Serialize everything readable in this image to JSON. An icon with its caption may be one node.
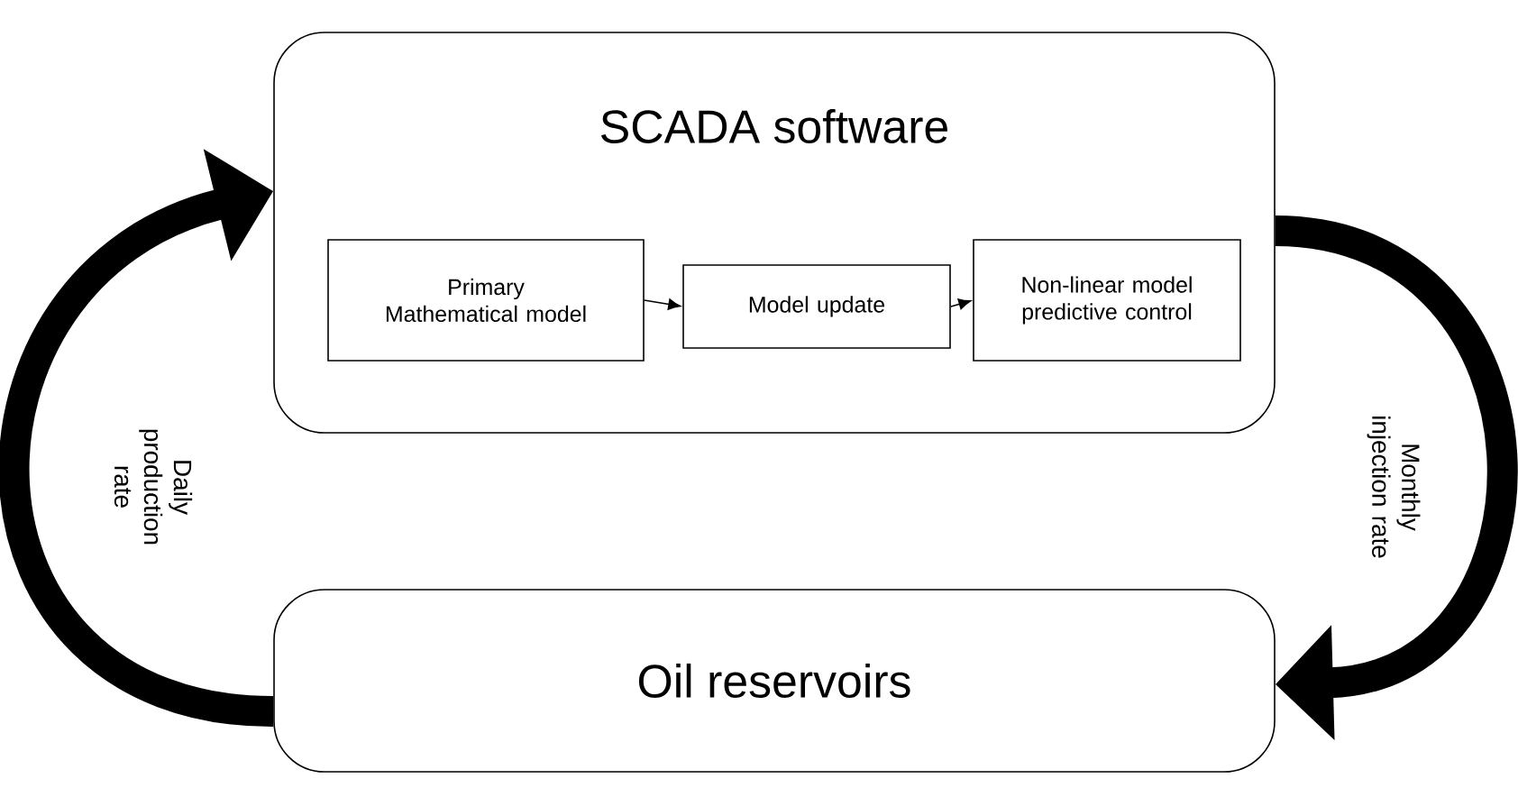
{
  "diagram": {
    "nodes": [
      {
        "text": [
          "SCADA software"
        ]
      },
      {
        "text": [
          "Primary Mathematical model"
        ],
        "in": 0
      },
      {
        "text": [
          "Model update"
        ],
        "in": 0
      },
      {
        "text": [
          "Non-linear model predictive control"
        ],
        "in": 0
      },
      {
        "text": [
          "Oil reservoirs"
        ]
      }
    ],
    "edges": [
      {
        "from": 1,
        "to": 2,
        "arrow": "to"
      },
      {
        "from": 2,
        "to": 3,
        "arrow": "to"
      },
      {
        "from": 4,
        "to": 0,
        "arrow": "to",
        "label": "Daily production rate",
        "style": "thick"
      },
      {
        "from": 0,
        "to": 4,
        "arrow": "to",
        "label": "Monthly injection rate",
        "style": "thick"
      }
    ]
  }
}
